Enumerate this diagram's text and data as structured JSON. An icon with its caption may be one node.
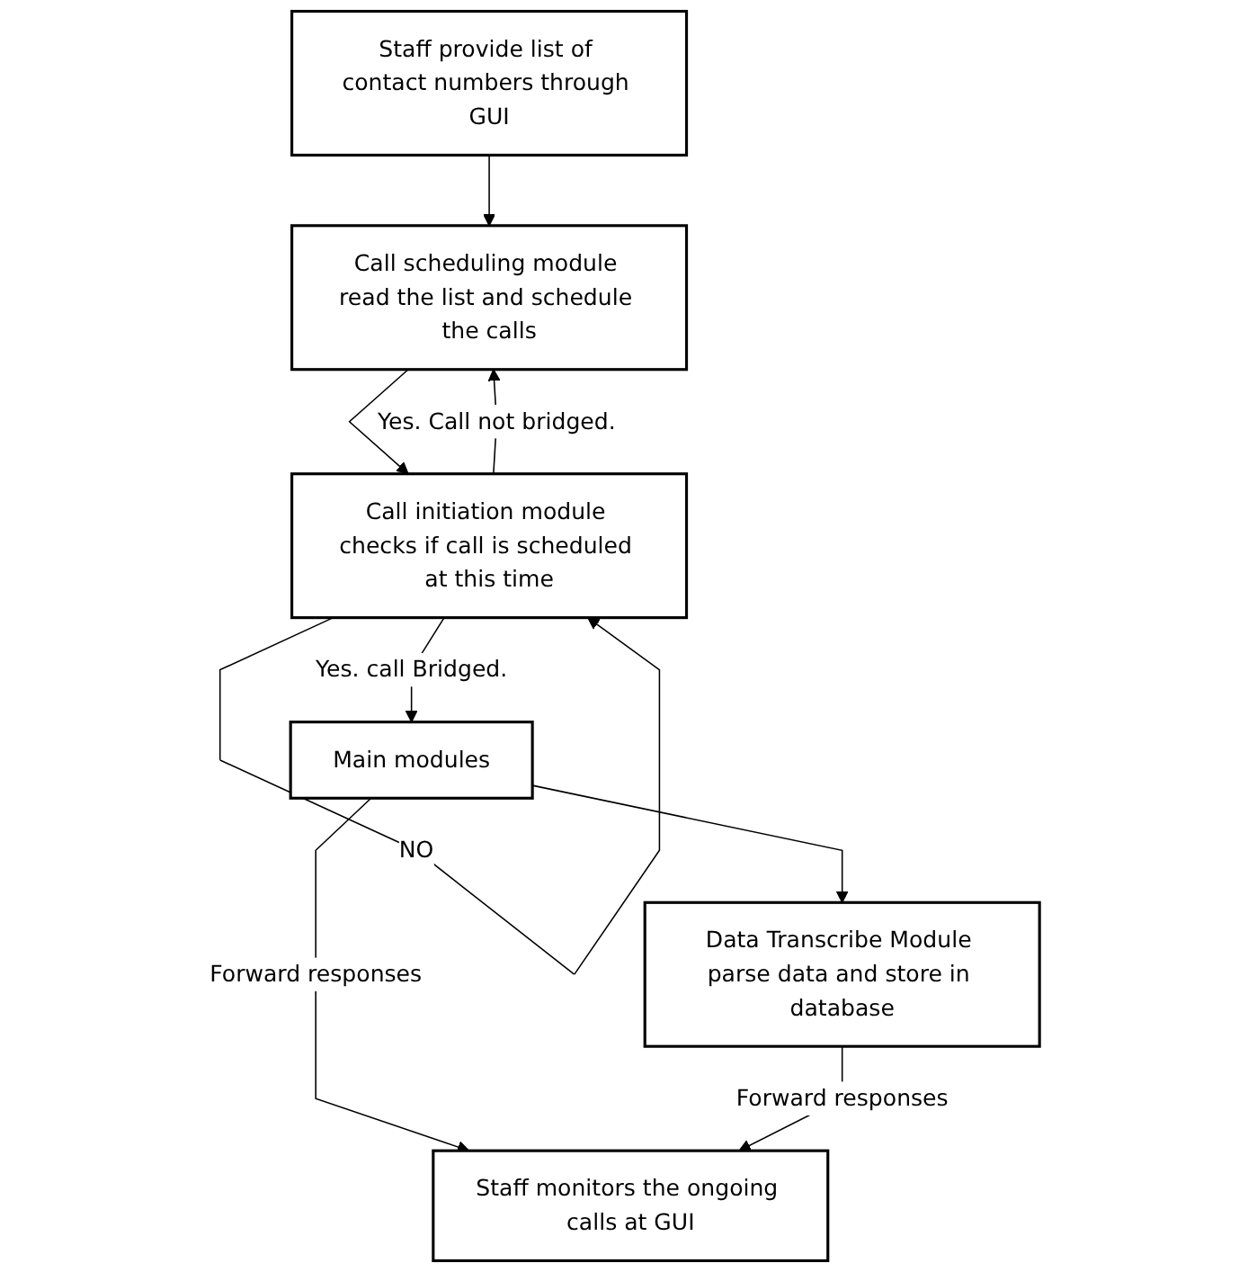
{
  "diagram": {
    "nodes": [
      {
        "text": [
          "Staff provide list of contact numbers through GUI"
        ]
      },
      {
        "text": [
          "Call scheduling module read the list and schedule the calls"
        ]
      },
      {
        "text": [
          "Call initiation module checks if call is scheduled at this time"
        ]
      },
      {
        "text": [
          "Main modules"
        ]
      },
      {
        "text": [
          "Data Transcribe Module parse data and store in database"
        ]
      },
      {
        "text": [
          "Staff monitors the ongoing calls at GUI"
        ]
      }
    ],
    "edges": [
      {
        "from": 0,
        "to": 1,
        "arrow": "to"
      },
      {
        "from": 1,
        "to": 2,
        "arrow": "to"
      },
      {
        "from": 2,
        "to": 1,
        "arrow": "to",
        "label": "Yes. Call not bridged."
      },
      {
        "from": 2,
        "to": 2,
        "arrow": "to",
        "label": "NO"
      },
      {
        "from": 2,
        "to": 3,
        "arrow": "to",
        "label": "Yes. call Bridged."
      },
      {
        "from": 3,
        "to": 4,
        "arrow": "to"
      },
      {
        "from": 3,
        "to": 5,
        "arrow": "to",
        "label": "Forward responses"
      },
      {
        "from": 4,
        "to": 5,
        "arrow": "to",
        "label": "Forward responses"
      }
    ]
  }
}
